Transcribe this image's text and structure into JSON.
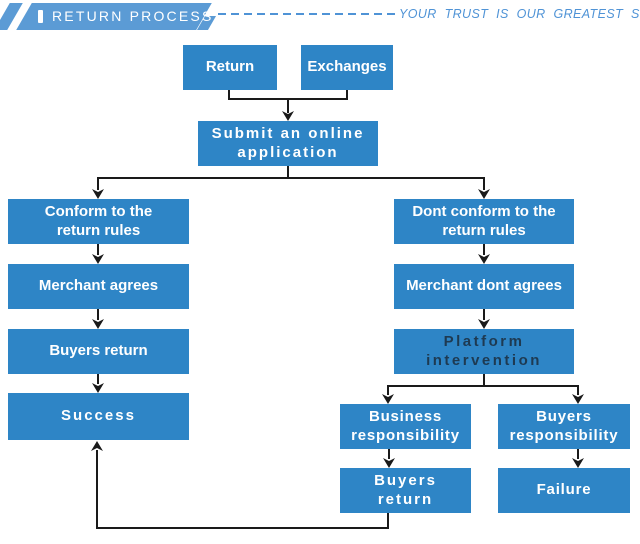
{
  "header": {
    "title": "RETURN PROCESS",
    "tagline": "YOUR TRUST IS OUR GREATEST SUPPORT"
  },
  "nodes": {
    "return": {
      "label": "Return"
    },
    "exchanges": {
      "label": "Exchanges"
    },
    "submit": {
      "label": "Submit an online\napplication"
    },
    "conform": {
      "label": "Conform to the\nreturn rules"
    },
    "merchant_agrees": {
      "label": "Merchant agrees"
    },
    "buyers_return_left": {
      "label": "Buyers return"
    },
    "success": {
      "label": "Success"
    },
    "dont_conform": {
      "label": "Dont conform to the\nreturn rules"
    },
    "merchant_dont_agrees": {
      "label": "Merchant dont agrees"
    },
    "platform": {
      "label": "Platform\nintervention"
    },
    "business_responsibility": {
      "label": "Business\nresponsibility"
    },
    "buyers_responsibility": {
      "label": "Buyers\nresponsibility"
    },
    "buyers_return_right": {
      "label": "Buyers\nreturn"
    },
    "failure": {
      "label": "Failure"
    }
  },
  "colors": {
    "node_fill": "#2e85c6",
    "node_text": "#ffffff",
    "platform_text": "#1e3a52",
    "banner_fill": "#5b9bd5",
    "tagline_text": "#4f93d6",
    "connector": "#1a1a1a"
  }
}
